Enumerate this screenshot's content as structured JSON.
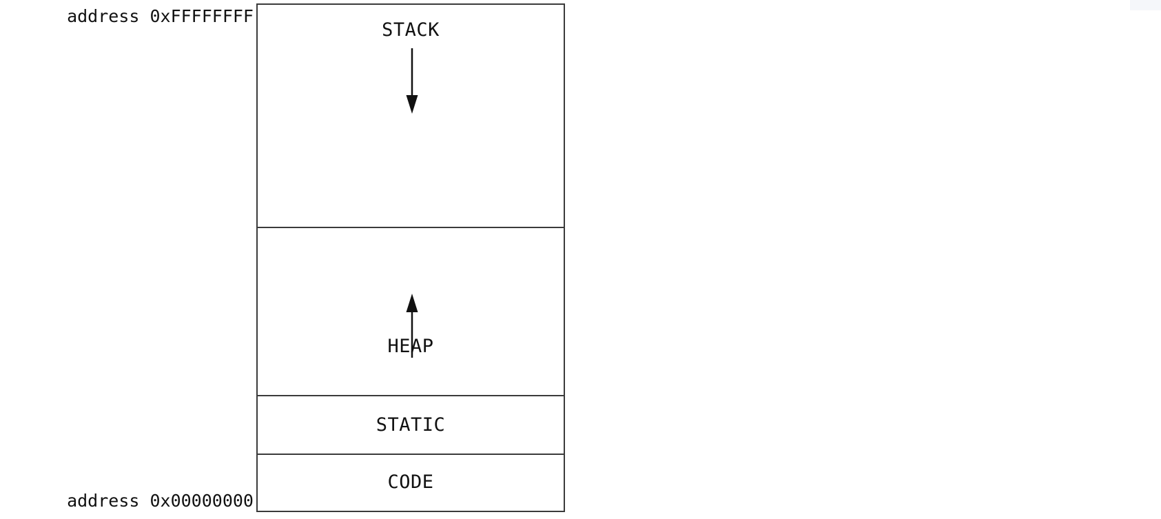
{
  "diagram": {
    "title": "process-memory-layout",
    "annotations": {
      "high_address": "address 0xFFFFFFFF",
      "low_address": "address 0x00000000"
    },
    "segments": [
      {
        "id": "stack",
        "label": "STACK",
        "growth": "down",
        "arrow": "down-arrow"
      },
      {
        "id": "heap",
        "label": "HEAP",
        "growth": "up",
        "arrow": "up-arrow"
      },
      {
        "id": "static",
        "label": "STATIC",
        "growth": "none",
        "arrow": null
      },
      {
        "id": "code",
        "label": "CODE",
        "growth": "none",
        "arrow": null
      }
    ],
    "colors": {
      "border": "#3a3a3a",
      "background": "#ffffff",
      "text": "#111111",
      "artifact": "#f5f7fa"
    }
  }
}
